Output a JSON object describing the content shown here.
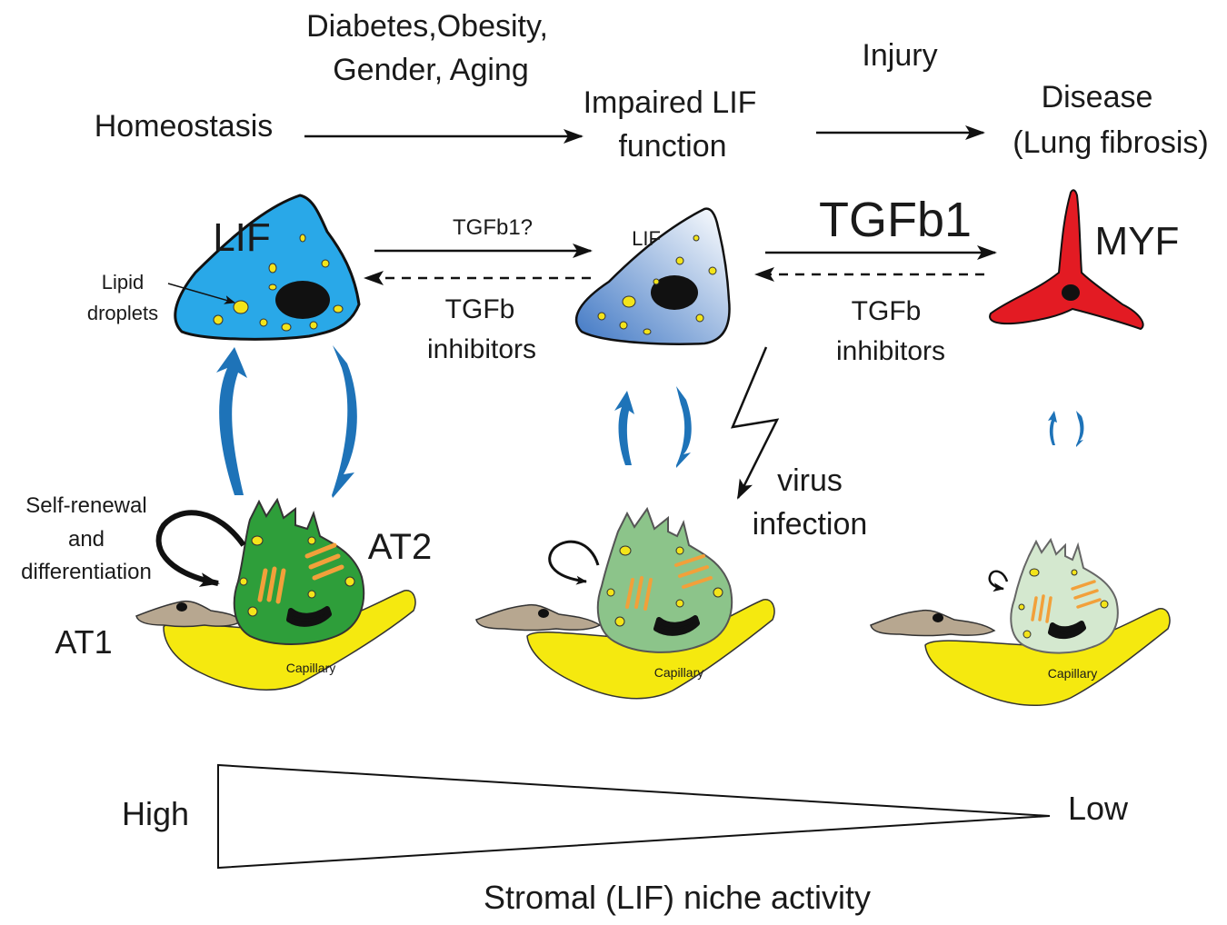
{
  "header": {
    "risk_factors_line1": "Diabetes,Obesity,",
    "risk_factors_line2": "Gender, Aging",
    "injury": "Injury",
    "homeostasis": "Homeostasis",
    "impaired_line1": "Impaired LIF",
    "impaired_line2": "function",
    "disease_line1": "Disease",
    "disease_line2": "(Lung fibrosis)"
  },
  "cells": {
    "lif_label": "LIF",
    "lif_small_label": "LIF",
    "myf_label": "MYF",
    "lipid_line1": "Lipid",
    "lipid_line2": "droplets",
    "at2_label": "AT2",
    "at1_label": "AT1",
    "capillary_label": "Capillary"
  },
  "transitions": {
    "tgfb1_question": "TGFb1?",
    "tgfb1": "TGFb1",
    "inhibitors_left_line1": "TGFb",
    "inhibitors_left_line2": "inhibitors",
    "inhibitors_right_line1": "TGFb",
    "inhibitors_right_line2": "inhibitors"
  },
  "annotations": {
    "self_renewal_line1": "Self-renewal",
    "self_renewal_line2": "and",
    "self_renewal_line3": "differentiation",
    "virus_line1": "virus",
    "virus_line2": "infection"
  },
  "gradient": {
    "high": "High",
    "low": "Low",
    "caption": "Stromal (LIF) niche activity"
  },
  "colors": {
    "lif_blue": "#29a8e8",
    "impaired_blue": "#6d9bd4",
    "myf_red": "#e31b23",
    "at2_green_healthy": "#2e9e3a",
    "at2_green_impaired": "#8cc48a",
    "at2_green_disease": "#d4e8cf",
    "capillary_yellow": "#f5e90f",
    "at1_brown": "#b7a790",
    "crosstalk_arrow": "#1e73b8"
  }
}
